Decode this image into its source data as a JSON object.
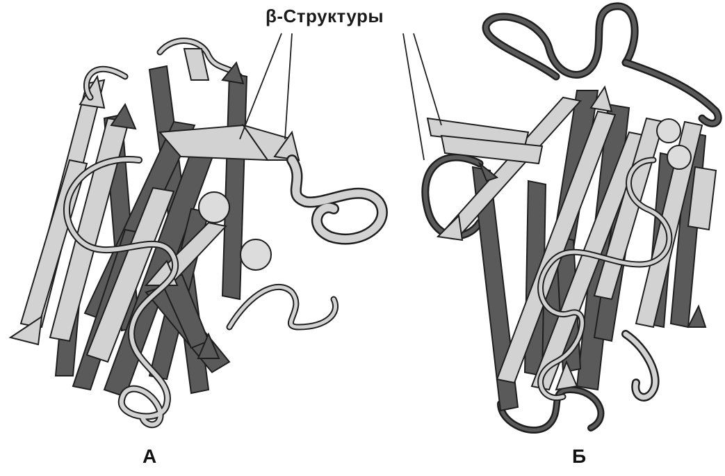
{
  "callout_label": "β-Структуры",
  "panels": [
    {
      "label": "А"
    },
    {
      "label": "Б"
    }
  ],
  "colors": {
    "dark_strand": "#5a5a5a",
    "light_strand": "#d2d2d2",
    "outline": "#1e1e1e",
    "ion_sphere": "#dcdcdc"
  }
}
